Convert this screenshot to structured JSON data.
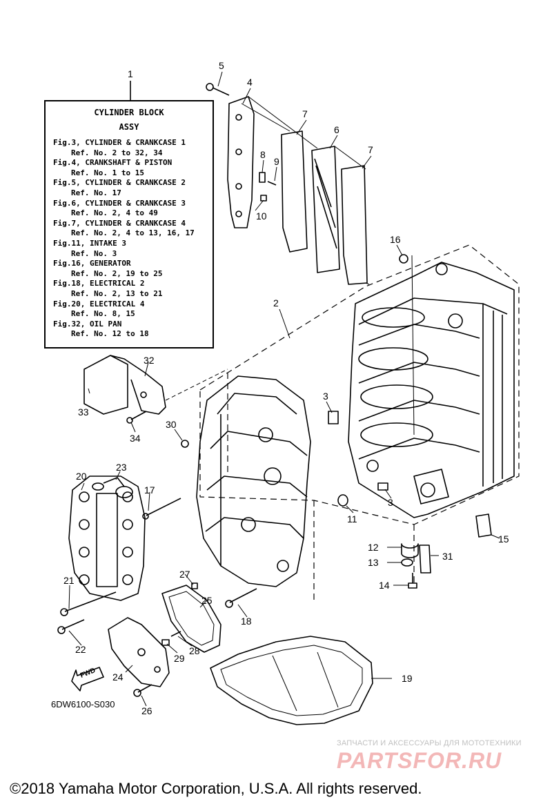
{
  "legend": {
    "title_lines": [
      "CYLINDER BLOCK",
      "ASSY"
    ],
    "lines": [
      {
        "text": "Fig.3, CYLINDER & CRANKCASE 1",
        "indent": false
      },
      {
        "text": "Ref. No. 2 to 32, 34",
        "indent": true
      },
      {
        "text": "Fig.4, CRANKSHAFT & PISTON",
        "indent": false
      },
      {
        "text": "Ref. No. 1 to 15",
        "indent": true
      },
      {
        "text": "Fig.5, CYLINDER & CRANKCASE 2",
        "indent": false
      },
      {
        "text": "Ref. No. 17",
        "indent": true
      },
      {
        "text": "Fig.6, CYLINDER & CRANKCASE 3",
        "indent": false
      },
      {
        "text": "Ref. No. 2, 4 to 49",
        "indent": true
      },
      {
        "text": "Fig.7, CYLINDER & CRANKCASE 4",
        "indent": false
      },
      {
        "text": "Ref. No. 2, 4 to 13, 16, 17",
        "indent": true
      },
      {
        "text": "Fig.11, INTAKE 3",
        "indent": false
      },
      {
        "text": "Ref. No. 3",
        "indent": true
      },
      {
        "text": "Fig.16, GENERATOR",
        "indent": false
      },
      {
        "text": "Ref. No. 2, 19 to 25",
        "indent": true
      },
      {
        "text": "Fig.18, ELECTRICAL 2",
        "indent": false
      },
      {
        "text": "Ref. No. 2, 13 to 21",
        "indent": true
      },
      {
        "text": "Fig.20, ELECTRICAL 4",
        "indent": false
      },
      {
        "text": "Ref. No. 8, 15",
        "indent": true
      },
      {
        "text": "Fig.32, OIL PAN",
        "indent": false
      },
      {
        "text": "Ref. No. 12 to 18",
        "indent": true
      }
    ]
  },
  "callouts": [
    {
      "num": "1"
    },
    {
      "num": "2"
    },
    {
      "num": "3"
    },
    {
      "num": "3"
    },
    {
      "num": "4"
    },
    {
      "num": "5"
    },
    {
      "num": "6"
    },
    {
      "num": "7"
    },
    {
      "num": "7"
    },
    {
      "num": "8"
    },
    {
      "num": "9"
    },
    {
      "num": "10"
    },
    {
      "num": "11"
    },
    {
      "num": "12"
    },
    {
      "num": "13"
    },
    {
      "num": "14"
    },
    {
      "num": "15"
    },
    {
      "num": "16"
    },
    {
      "num": "17"
    },
    {
      "num": "18"
    },
    {
      "num": "19"
    },
    {
      "num": "20"
    },
    {
      "num": "21"
    },
    {
      "num": "22"
    },
    {
      "num": "23"
    },
    {
      "num": "24"
    },
    {
      "num": "25"
    },
    {
      "num": "26"
    },
    {
      "num": "27"
    },
    {
      "num": "28"
    },
    {
      "num": "29"
    },
    {
      "num": "30"
    },
    {
      "num": "31"
    },
    {
      "num": "32"
    },
    {
      "num": "33"
    },
    {
      "num": "34"
    }
  ],
  "fwd_label": "FWD",
  "diagram_code": "6DW6100-S030",
  "watermark": {
    "tagline": "ЗАПЧАСТИ И АКСЕССУАРЫ ДЛЯ МОТОТЕХНИКИ",
    "logo": "PARTSFOR.RU"
  },
  "copyright": "©2018 Yamaha Motor Corporation, U.S.A. All rights reserved.",
  "colors": {
    "ink": "#000000",
    "watermark_logo": "#f3b7b7",
    "watermark_text": "#c0c0c0"
  }
}
